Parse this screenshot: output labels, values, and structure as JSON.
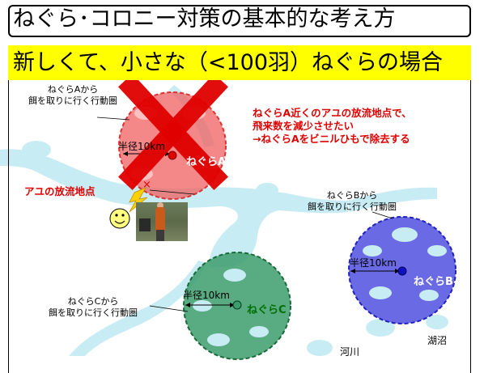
{
  "title": "ねぐら･コロニー対策の基本的な考え方",
  "subtitle": "新しくて、小さな（<100羽）ねぐらの場合",
  "map": {
    "roost_a": {
      "name": "ねぐらA",
      "radius_label": "半径10km",
      "range_label_line1": "ねぐらAから",
      "range_label_line2": "餌を取りに行く行動圏",
      "color": "#f06060"
    },
    "roost_b": {
      "name": "ねぐらB",
      "radius_label": "半径10km",
      "range_label_line1": "ねぐらBから",
      "range_label_line2": "餌を取りに行く行動圏",
      "color": "#5050e0"
    },
    "roost_c": {
      "name": "ねぐらC",
      "radius_label": "半径10km",
      "range_label_line1": "ねぐらCから",
      "range_label_line2": "餌を取りに行く行動圏",
      "color": "#3c9c6c"
    },
    "release_point": "アユの放流地点",
    "river": "河川",
    "lake": "湖沼",
    "water_color": "#c8ecf4"
  },
  "callout": {
    "line1": "ねぐらA近くのアユの放流地点で、",
    "line2": "飛来数を減少させたい",
    "line3": "→ねぐらAをビニルひもで除去する"
  }
}
